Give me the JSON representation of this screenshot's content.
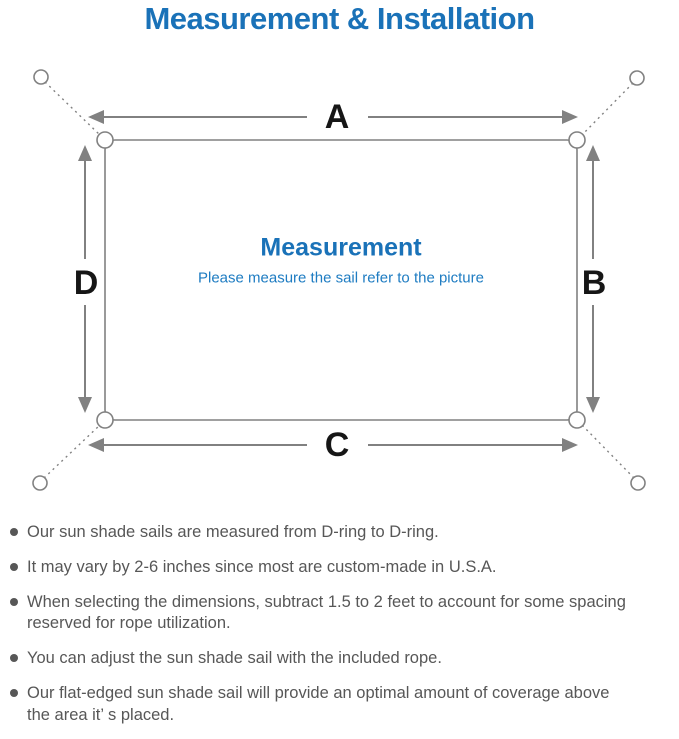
{
  "title": "Measurement & Installation",
  "diagram": {
    "labels": {
      "top": "A",
      "right": "B",
      "bottom": "C",
      "left": "D"
    },
    "center_heading": "Measurement",
    "center_subtitle": "Please measure the sail refer to the picture"
  },
  "notes": [
    "Our sun shade sails are measured from D-ring to D-ring.",
    "It may vary by 2-6 inches since most are custom-made in U.S.A.",
    "When selecting the dimensions, subtract 1.5 to 2 feet to account for some spacing\nreserved for rope utilization.",
    "You can adjust the sun shade sail with the included rope.",
    "Our flat-edged sun shade sail will provide an optimal amount of coverage above\nthe area it’ s placed."
  ],
  "colors": {
    "accent_blue": "#1a72b8",
    "subtitle_blue": "#1e7cc2",
    "line_gray": "#818181",
    "text_gray": "#575757",
    "label_black": "#161616",
    "background": "#ffffff"
  }
}
